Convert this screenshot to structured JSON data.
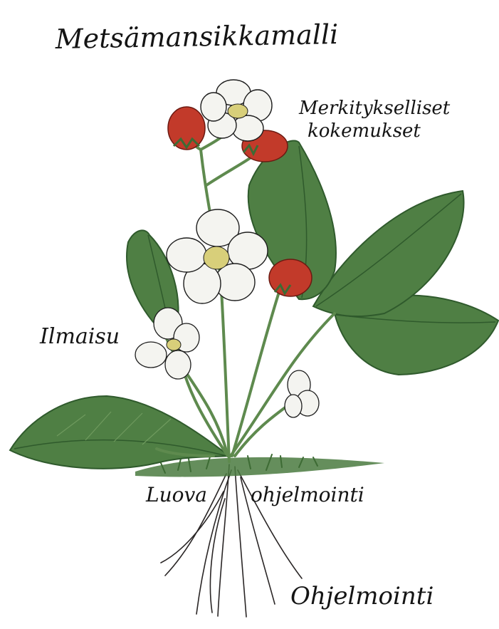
{
  "labels": {
    "title": "Metsämansikkamalli",
    "top_line1": "Merkitykselliset",
    "top_line2": "kokemukset",
    "left": "Ilmaisu",
    "ground_left": "Luova",
    "ground_right": "ohjelmointi",
    "bottom": "Ohjelmointi"
  },
  "colors": {
    "leaf": "#4f7f44",
    "leaf_light": "#6f9a5e",
    "leaf_dark": "#2f5a2c",
    "stem": "#5e8a4e",
    "berry": "#c23a2a",
    "petal": "#f4f4f0",
    "center": "#d8cf7a",
    "root": "#2a2626",
    "ink": "#141414"
  }
}
